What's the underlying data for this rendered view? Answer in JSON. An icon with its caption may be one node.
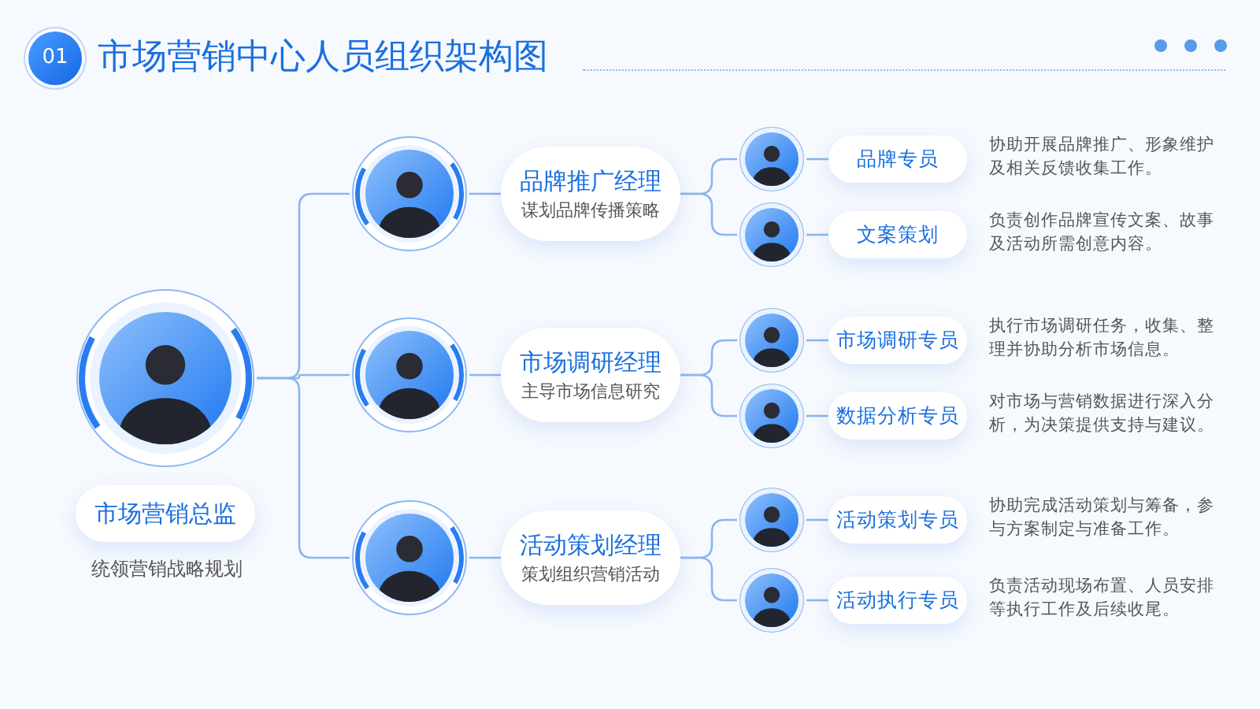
{
  "diagram": {
    "title": "市场营销中心人员组织架构图",
    "nodes": [
      {
        "text": [],
        "shape": "person"
      },
      {
        "text": [
          "市场营销总监"
        ],
        "beside": [
          "统领营销战略规划"
        ]
      },
      {
        "text": [],
        "shape": "person"
      },
      {
        "text": [
          "品牌推广经理",
          "谋划品牌传播策略"
        ]
      },
      {
        "text": [],
        "shape": "person"
      },
      {
        "text": [
          "市场调研经理",
          "主导市场信息研究"
        ]
      },
      {
        "text": [],
        "shape": "person"
      },
      {
        "text": [
          "活动策划经理",
          "策划组织营销活动"
        ]
      },
      {
        "text": [],
        "shape": "person"
      },
      {
        "text": [
          "品牌专员"
        ],
        "beside": [
          "协助开展品牌推广、形象维护及相关反馈收集工作。"
        ]
      },
      {
        "text": [],
        "shape": "person"
      },
      {
        "text": [
          "文案策划"
        ],
        "beside": [
          "负责创作品牌宣传文案、故事及活动所需创意内容。"
        ]
      },
      {
        "text": [],
        "shape": "person"
      },
      {
        "text": [
          "市场调研专员"
        ],
        "beside": [
          "执行市场调研任务，收集、整理并协助分析市场信息。"
        ]
      },
      {
        "text": [],
        "shape": "person"
      },
      {
        "text": [
          "数据分析专员"
        ],
        "beside": [
          "对市场与营销数据进行深入分析，为决策提供支持与建议。"
        ]
      },
      {
        "text": [],
        "shape": "person"
      },
      {
        "text": [
          "活动策划专员"
        ],
        "beside": [
          "协助完成活动策划与筹备，参与方案制定与准备工作。"
        ]
      },
      {
        "text": [],
        "shape": "person"
      },
      {
        "text": [
          "活动执行专员"
        ],
        "beside": [
          "负责活动现场布置、人员安排等执行工作及后续收尾。"
        ]
      }
    ],
    "edges": [
      {
        "from": 0,
        "to": 2,
        "arrow": "none"
      },
      {
        "from": 0,
        "to": 4,
        "arrow": "none"
      },
      {
        "from": 0,
        "to": 6,
        "arrow": "none"
      },
      {
        "from": 2,
        "to": 3,
        "arrow": "none"
      },
      {
        "from": 4,
        "to": 5,
        "arrow": "none"
      },
      {
        "from": 6,
        "to": 7,
        "arrow": "none"
      },
      {
        "from": 3,
        "to": 8,
        "arrow": "none"
      },
      {
        "from": 3,
        "to": 10,
        "arrow": "none"
      },
      {
        "from": 5,
        "to": 12,
        "arrow": "none"
      },
      {
        "from": 5,
        "to": 14,
        "arrow": "none"
      },
      {
        "from": 7,
        "to": 16,
        "arrow": "none"
      },
      {
        "from": 7,
        "to": 18,
        "arrow": "none"
      },
      {
        "from": 8,
        "to": 9,
        "arrow": "none"
      },
      {
        "from": 10,
        "to": 11,
        "arrow": "none"
      },
      {
        "from": 12,
        "to": 13,
        "arrow": "none"
      },
      {
        "from": 14,
        "to": 15,
        "arrow": "none"
      },
      {
        "from": 16,
        "to": 17,
        "arrow": "none"
      },
      {
        "from": 18,
        "to": 19,
        "arrow": "none"
      }
    ],
    "labels": [
      "01"
    ]
  }
}
